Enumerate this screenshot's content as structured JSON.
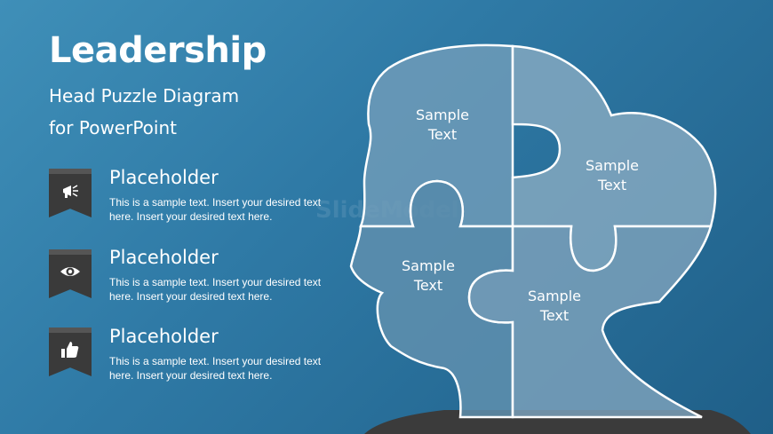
{
  "header": {
    "title": "Leadership",
    "subtitle_line1": "Head Puzzle Diagram",
    "subtitle_line2": "for PowerPoint"
  },
  "placeholders": [
    {
      "title": "Placeholder",
      "desc": "This is a sample text. Insert your desired text here. Insert your desired text here.",
      "icon": "megaphone-icon"
    },
    {
      "title": "Placeholder",
      "desc": "This is a sample text. Insert your desired text here. Insert your desired text here.",
      "icon": "eye-icon"
    },
    {
      "title": "Placeholder",
      "desc": "This is a sample text. Insert your desired text here. Insert your desired text here.",
      "icon": "thumbs-up-icon"
    }
  ],
  "puzzle": {
    "pieces": [
      {
        "label": "Sample\nText"
      },
      {
        "label": "Sample\nText"
      },
      {
        "label": "Sample\nText"
      },
      {
        "label": "Sample\nText"
      }
    ]
  },
  "watermark": "SlideModel",
  "colors": {
    "background": "#2f7aa6",
    "ribbon": "#3a3a3a",
    "piece_fill": "#7fa4bd",
    "outline": "#ffffff"
  }
}
